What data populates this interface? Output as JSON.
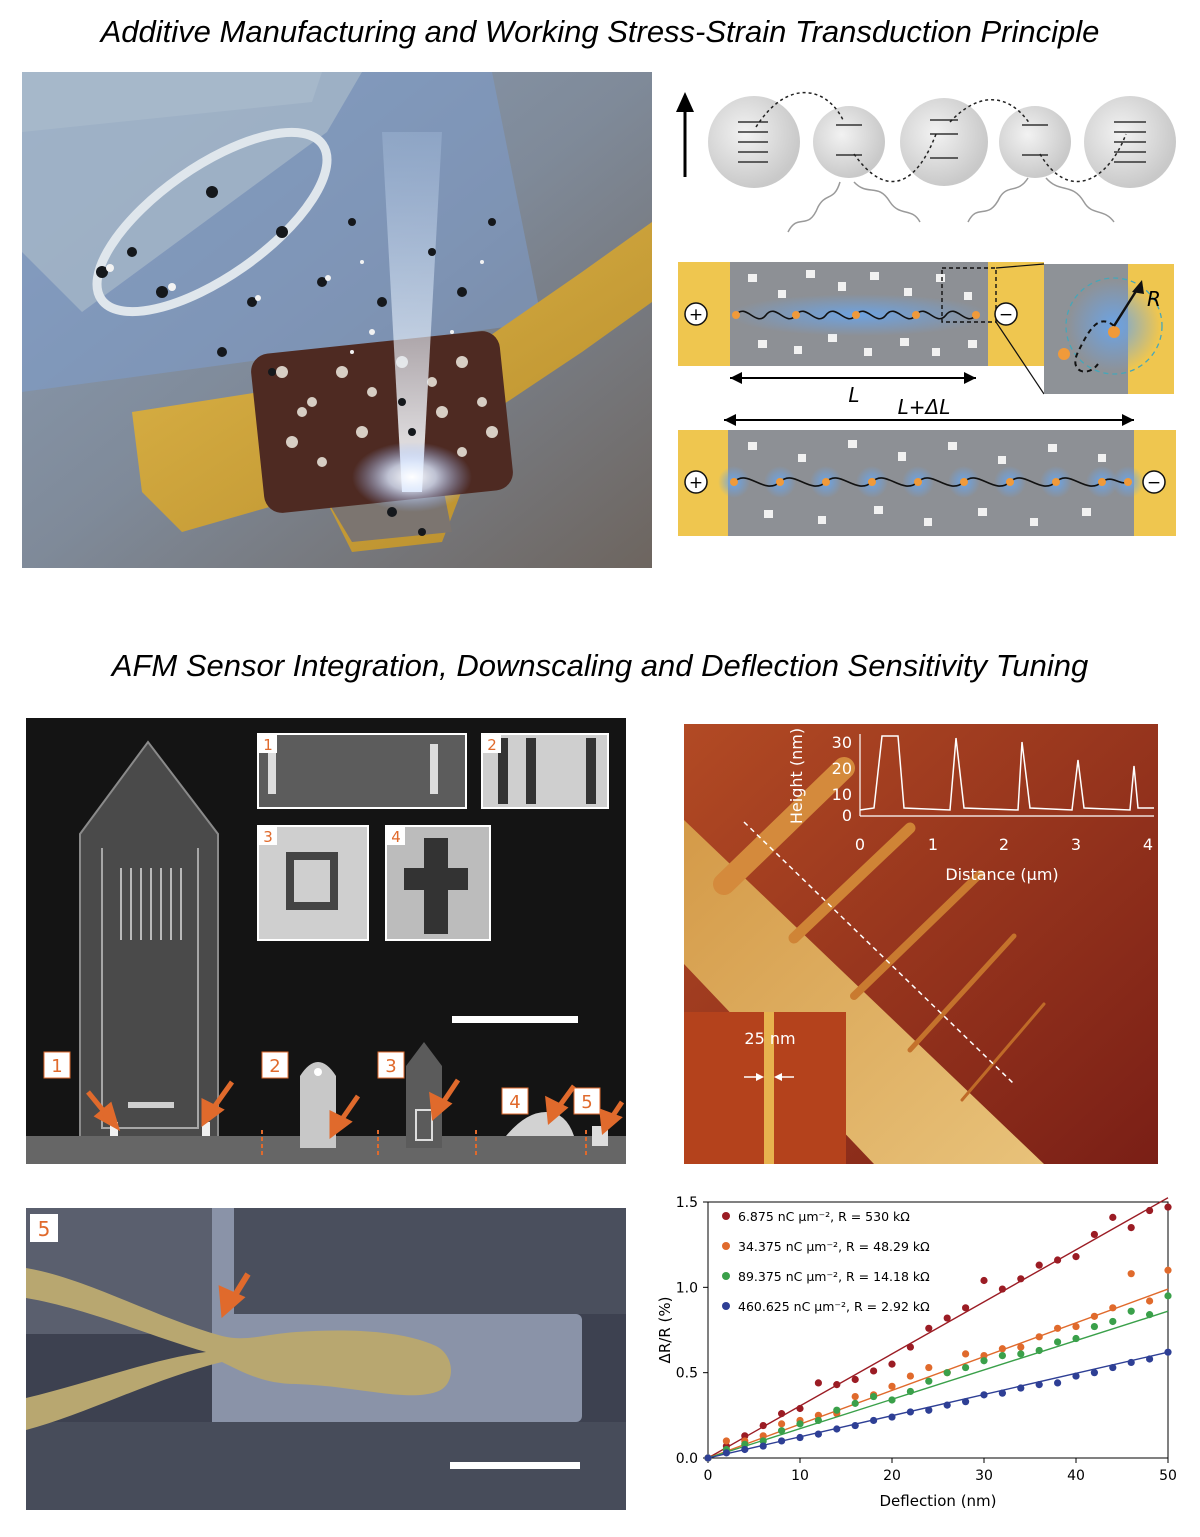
{
  "titles": {
    "top": "Additive Manufacturing and Working Stress-Strain Transduction Principle",
    "bottom": "AFM Sensor Integration, Downscaling and Deflection Sensitivity Tuning"
  },
  "schematic": {
    "length_label": "L",
    "length_stretched_label": "L+ΔL",
    "radius_label": "R",
    "plus_symbol": "+",
    "minus_symbol": "−"
  },
  "sem_overview": {
    "inset_numbers": [
      "1",
      "2",
      "3",
      "4"
    ],
    "sensor_numbers": [
      "1",
      "2",
      "3",
      "4",
      "5"
    ]
  },
  "afm": {
    "inset_label": "25 nm",
    "profile_ylabel": "Height (nm)",
    "profile_xlabel": "Distance (µm)",
    "profile_yticks": [
      "0",
      "10",
      "20",
      "30"
    ],
    "profile_xticks": [
      "0",
      "1",
      "2",
      "3",
      "4"
    ]
  },
  "sem_zoom": {
    "number": "5"
  },
  "chart_data": {
    "type": "scatter",
    "xlabel": "Deflection (nm)",
    "ylabel": "ΔR/R (%)",
    "xlim": [
      0,
      50
    ],
    "ylim": [
      0,
      1.5
    ],
    "xticks": [
      "0",
      "10",
      "20",
      "30",
      "40",
      "50"
    ],
    "yticks": [
      "0.0",
      "0.5",
      "1.0",
      "1.5"
    ],
    "legend_position": "top-left",
    "series": [
      {
        "name": "6.875 nC µm⁻², R = 530 kΩ",
        "color": "#9b1c24",
        "slope": 0.0305,
        "x": [
          0,
          2,
          4,
          6,
          8,
          10,
          12,
          14,
          16,
          18,
          20,
          22,
          24,
          26,
          28,
          30,
          32,
          34,
          36,
          38,
          40,
          42,
          44,
          46,
          48,
          50
        ],
        "y": [
          0,
          0.07,
          0.13,
          0.19,
          0.26,
          0.29,
          0.44,
          0.43,
          0.46,
          0.51,
          0.55,
          0.65,
          0.76,
          0.82,
          0.88,
          1.04,
          0.99,
          1.05,
          1.13,
          1.16,
          1.18,
          1.31,
          1.41,
          1.35,
          1.45,
          1.47
        ]
      },
      {
        "name": "34.375 nC µm⁻², R = 48.29 kΩ",
        "color": "#e06a2c",
        "slope": 0.0198,
        "x": [
          0,
          2,
          4,
          6,
          8,
          10,
          12,
          14,
          16,
          18,
          20,
          22,
          24,
          26,
          28,
          30,
          32,
          34,
          36,
          38,
          40,
          42,
          44,
          46,
          48,
          50
        ],
        "y": [
          0,
          0.1,
          0.1,
          0.13,
          0.2,
          0.22,
          0.25,
          0.26,
          0.36,
          0.37,
          0.42,
          0.48,
          0.53,
          0.5,
          0.61,
          0.6,
          0.64,
          0.65,
          0.71,
          0.76,
          0.77,
          0.83,
          0.88,
          1.08,
          0.92,
          1.1
        ]
      },
      {
        "name": "89.375 nC µm⁻², R = 14.18 kΩ",
        "color": "#3aa04a",
        "slope": 0.0172,
        "x": [
          0,
          2,
          4,
          6,
          8,
          10,
          12,
          14,
          16,
          18,
          20,
          22,
          24,
          26,
          28,
          30,
          32,
          34,
          36,
          38,
          40,
          42,
          44,
          46,
          48,
          50
        ],
        "y": [
          0,
          0.05,
          0.08,
          0.1,
          0.16,
          0.2,
          0.22,
          0.28,
          0.32,
          0.36,
          0.34,
          0.39,
          0.45,
          0.5,
          0.53,
          0.57,
          0.6,
          0.61,
          0.63,
          0.68,
          0.7,
          0.77,
          0.8,
          0.86,
          0.84,
          0.95
        ]
      },
      {
        "name": "460.625 nC µm⁻², R = 2.92 kΩ",
        "color": "#2e3f95",
        "slope": 0.0124,
        "x": [
          0,
          2,
          4,
          6,
          8,
          10,
          12,
          14,
          16,
          18,
          20,
          22,
          24,
          26,
          28,
          30,
          32,
          34,
          36,
          38,
          40,
          42,
          44,
          46,
          48,
          50
        ],
        "y": [
          0,
          0.03,
          0.05,
          0.07,
          0.1,
          0.12,
          0.14,
          0.17,
          0.19,
          0.22,
          0.24,
          0.27,
          0.28,
          0.31,
          0.33,
          0.37,
          0.38,
          0.41,
          0.43,
          0.44,
          0.48,
          0.5,
          0.53,
          0.56,
          0.58,
          0.62
        ]
      }
    ]
  }
}
